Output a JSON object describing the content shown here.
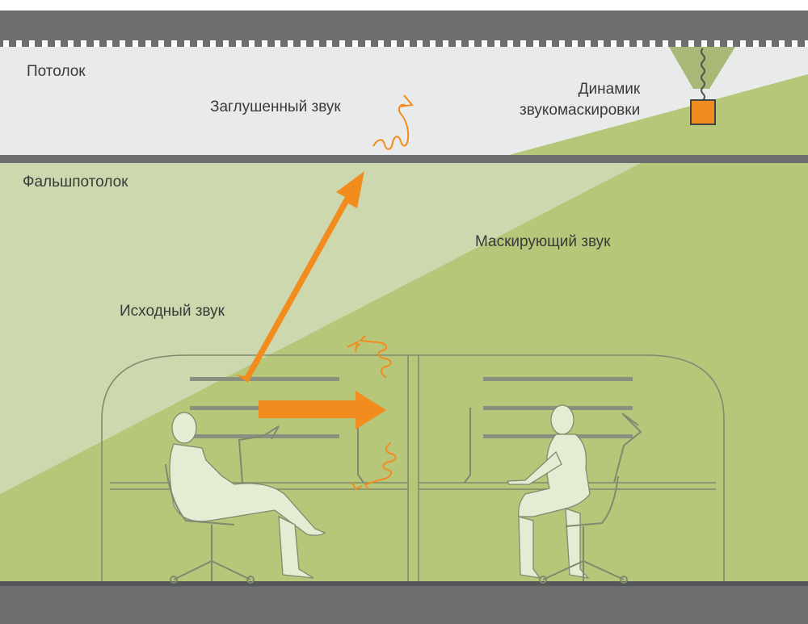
{
  "labels": {
    "ceiling": "Потолок",
    "muffled_sound": "Заглушенный звук",
    "speaker_line1": "Динамик",
    "speaker_line2": "звукомаскировки",
    "false_ceiling": "Фальшпотолок",
    "masking_sound": "Маскирующий звук",
    "source_sound": "Исходный звук"
  },
  "colors": {
    "ceiling_slab": "#6d6e70",
    "plenum": "#e9eaea",
    "room_light": "#cdd8ae",
    "masking_green": "#b6c77a",
    "arrow_orange": "#f28c1f",
    "speaker_orange": "#f28c1f",
    "silhouette": "#e4ecd3",
    "outline": "#7f8a6e"
  }
}
